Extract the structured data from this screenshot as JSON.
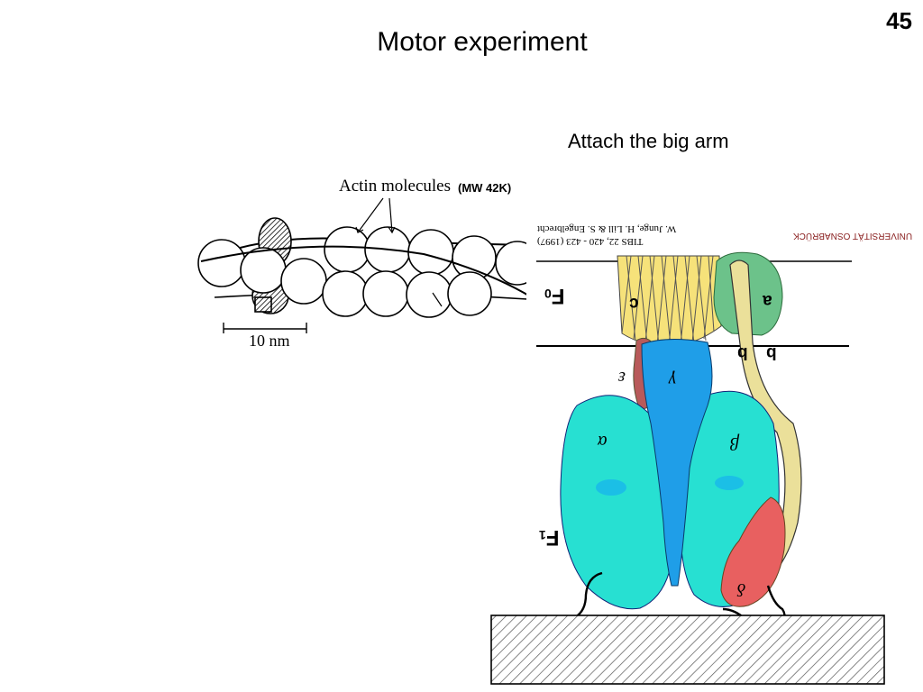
{
  "slide": {
    "number": "45",
    "title": "Motor experiment",
    "caption": "Attach the big arm"
  },
  "actin": {
    "label": "Actin molecules",
    "molecular_weight": "(MW 42K)",
    "scale_bar": "10 nm"
  },
  "atp_synthase": {
    "reference_lines": [
      "W. Junge, H. Lill & S. Engelbrecht",
      "TIBS 22, 420 - 423 (1997)"
    ],
    "logo_text": "UNIVERSITÄT OSNABRÜCK",
    "f0_label": {
      "letter": "F",
      "subscript": "0"
    },
    "f1_label": {
      "letter": "F",
      "subscript": "1"
    },
    "subunits": {
      "c": "c",
      "a": "a",
      "b_left": "b",
      "b_right": "b",
      "epsilon": "ε",
      "gamma": "γ",
      "alpha": "α",
      "beta": "β",
      "delta": "δ"
    }
  },
  "colors": {
    "c_ring": "#f6e27a",
    "a_subunit": "#6cc28a",
    "b_stalk": "#ebe09a",
    "gamma": "#1f9ee8",
    "alpha_beta": "#27e0d2",
    "epsilon": "#b85a5a",
    "delta": "#e86060"
  }
}
